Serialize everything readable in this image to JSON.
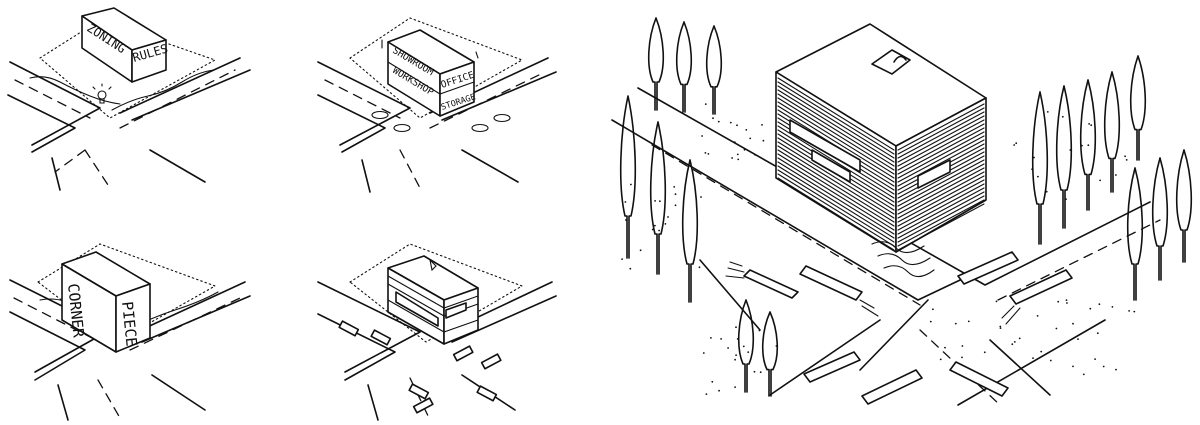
{
  "panels": [
    {
      "id": "zoning",
      "labels": [
        "ZONING",
        "RULES"
      ]
    },
    {
      "id": "program",
      "labels": [
        "SHOWROOM",
        "WORKSHOP",
        "OFFICE",
        "STORAGE"
      ]
    },
    {
      "id": "corner",
      "labels": [
        "CORNER",
        "PIECE"
      ]
    },
    {
      "id": "final-massing",
      "labels": []
    }
  ],
  "perspective": {
    "id": "street-perspective",
    "labels": []
  },
  "colors": {
    "ink": "#111111",
    "paper": "#ffffff"
  }
}
